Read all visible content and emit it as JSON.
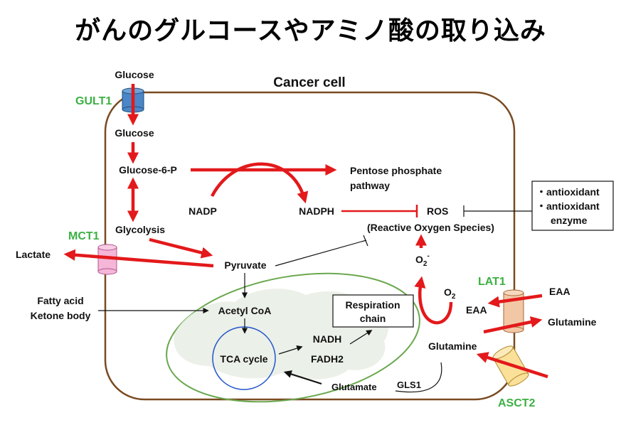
{
  "title": "がんのグルコースやアミノ酸の取り込み",
  "cell_label": "Cancer cell",
  "transporters": {
    "glut1": "GULT1",
    "mct1": "MCT1",
    "lat1": "LAT1",
    "asct2": "ASCT2"
  },
  "metabolites": {
    "glucose_out": "Glucose",
    "glucose_in": "Glucose",
    "glucose6p": "Glucose-6-P",
    "ppp_line1": "Pentose phosphate",
    "ppp_line2": "pathway",
    "nadp": "NADP",
    "nadph": "NADPH",
    "ros": "ROS",
    "ros_full": "(Reactive Oxygen Species)",
    "glycolysis": "Glycolysis",
    "lactate": "Lactate",
    "pyruvate": "Pyruvate",
    "fatty_line1": "Fatty acid",
    "fatty_line2": "Ketone body",
    "acetyl_coa": "Acetyl CoA",
    "tca": "TCA cycle",
    "nadh": "NADH",
    "fadh2": "FADH2",
    "resp_line1": "Respiration",
    "resp_line2": "chain",
    "o2": "O",
    "o2_sub": "2",
    "superoxide": "O",
    "superoxide_sub": "2",
    "superoxide_sup": "-",
    "eaa_out": "EAA",
    "eaa_in": "EAA",
    "glutamine_out": "Glutamine",
    "glutamine_in": "Glutamine",
    "glutamate": "Glutamate",
    "gls1": "GLS1"
  },
  "antioxidant_box": {
    "line1": "・antioxidant",
    "line2": "・antioxidant",
    "line3": "enzyme"
  },
  "colors": {
    "cell_border": "#7a4a21",
    "arrow_red": "#e3191b",
    "transporter_label": "#3cb043",
    "mito_border": "#6aa84f",
    "tca_circle": "#2255cc",
    "glut1_fill": "#4a86c8",
    "mct1_fill": "#f5b6d8",
    "lat1_fill": "#f2c7a6",
    "asct2_fill": "#fbe09a"
  }
}
